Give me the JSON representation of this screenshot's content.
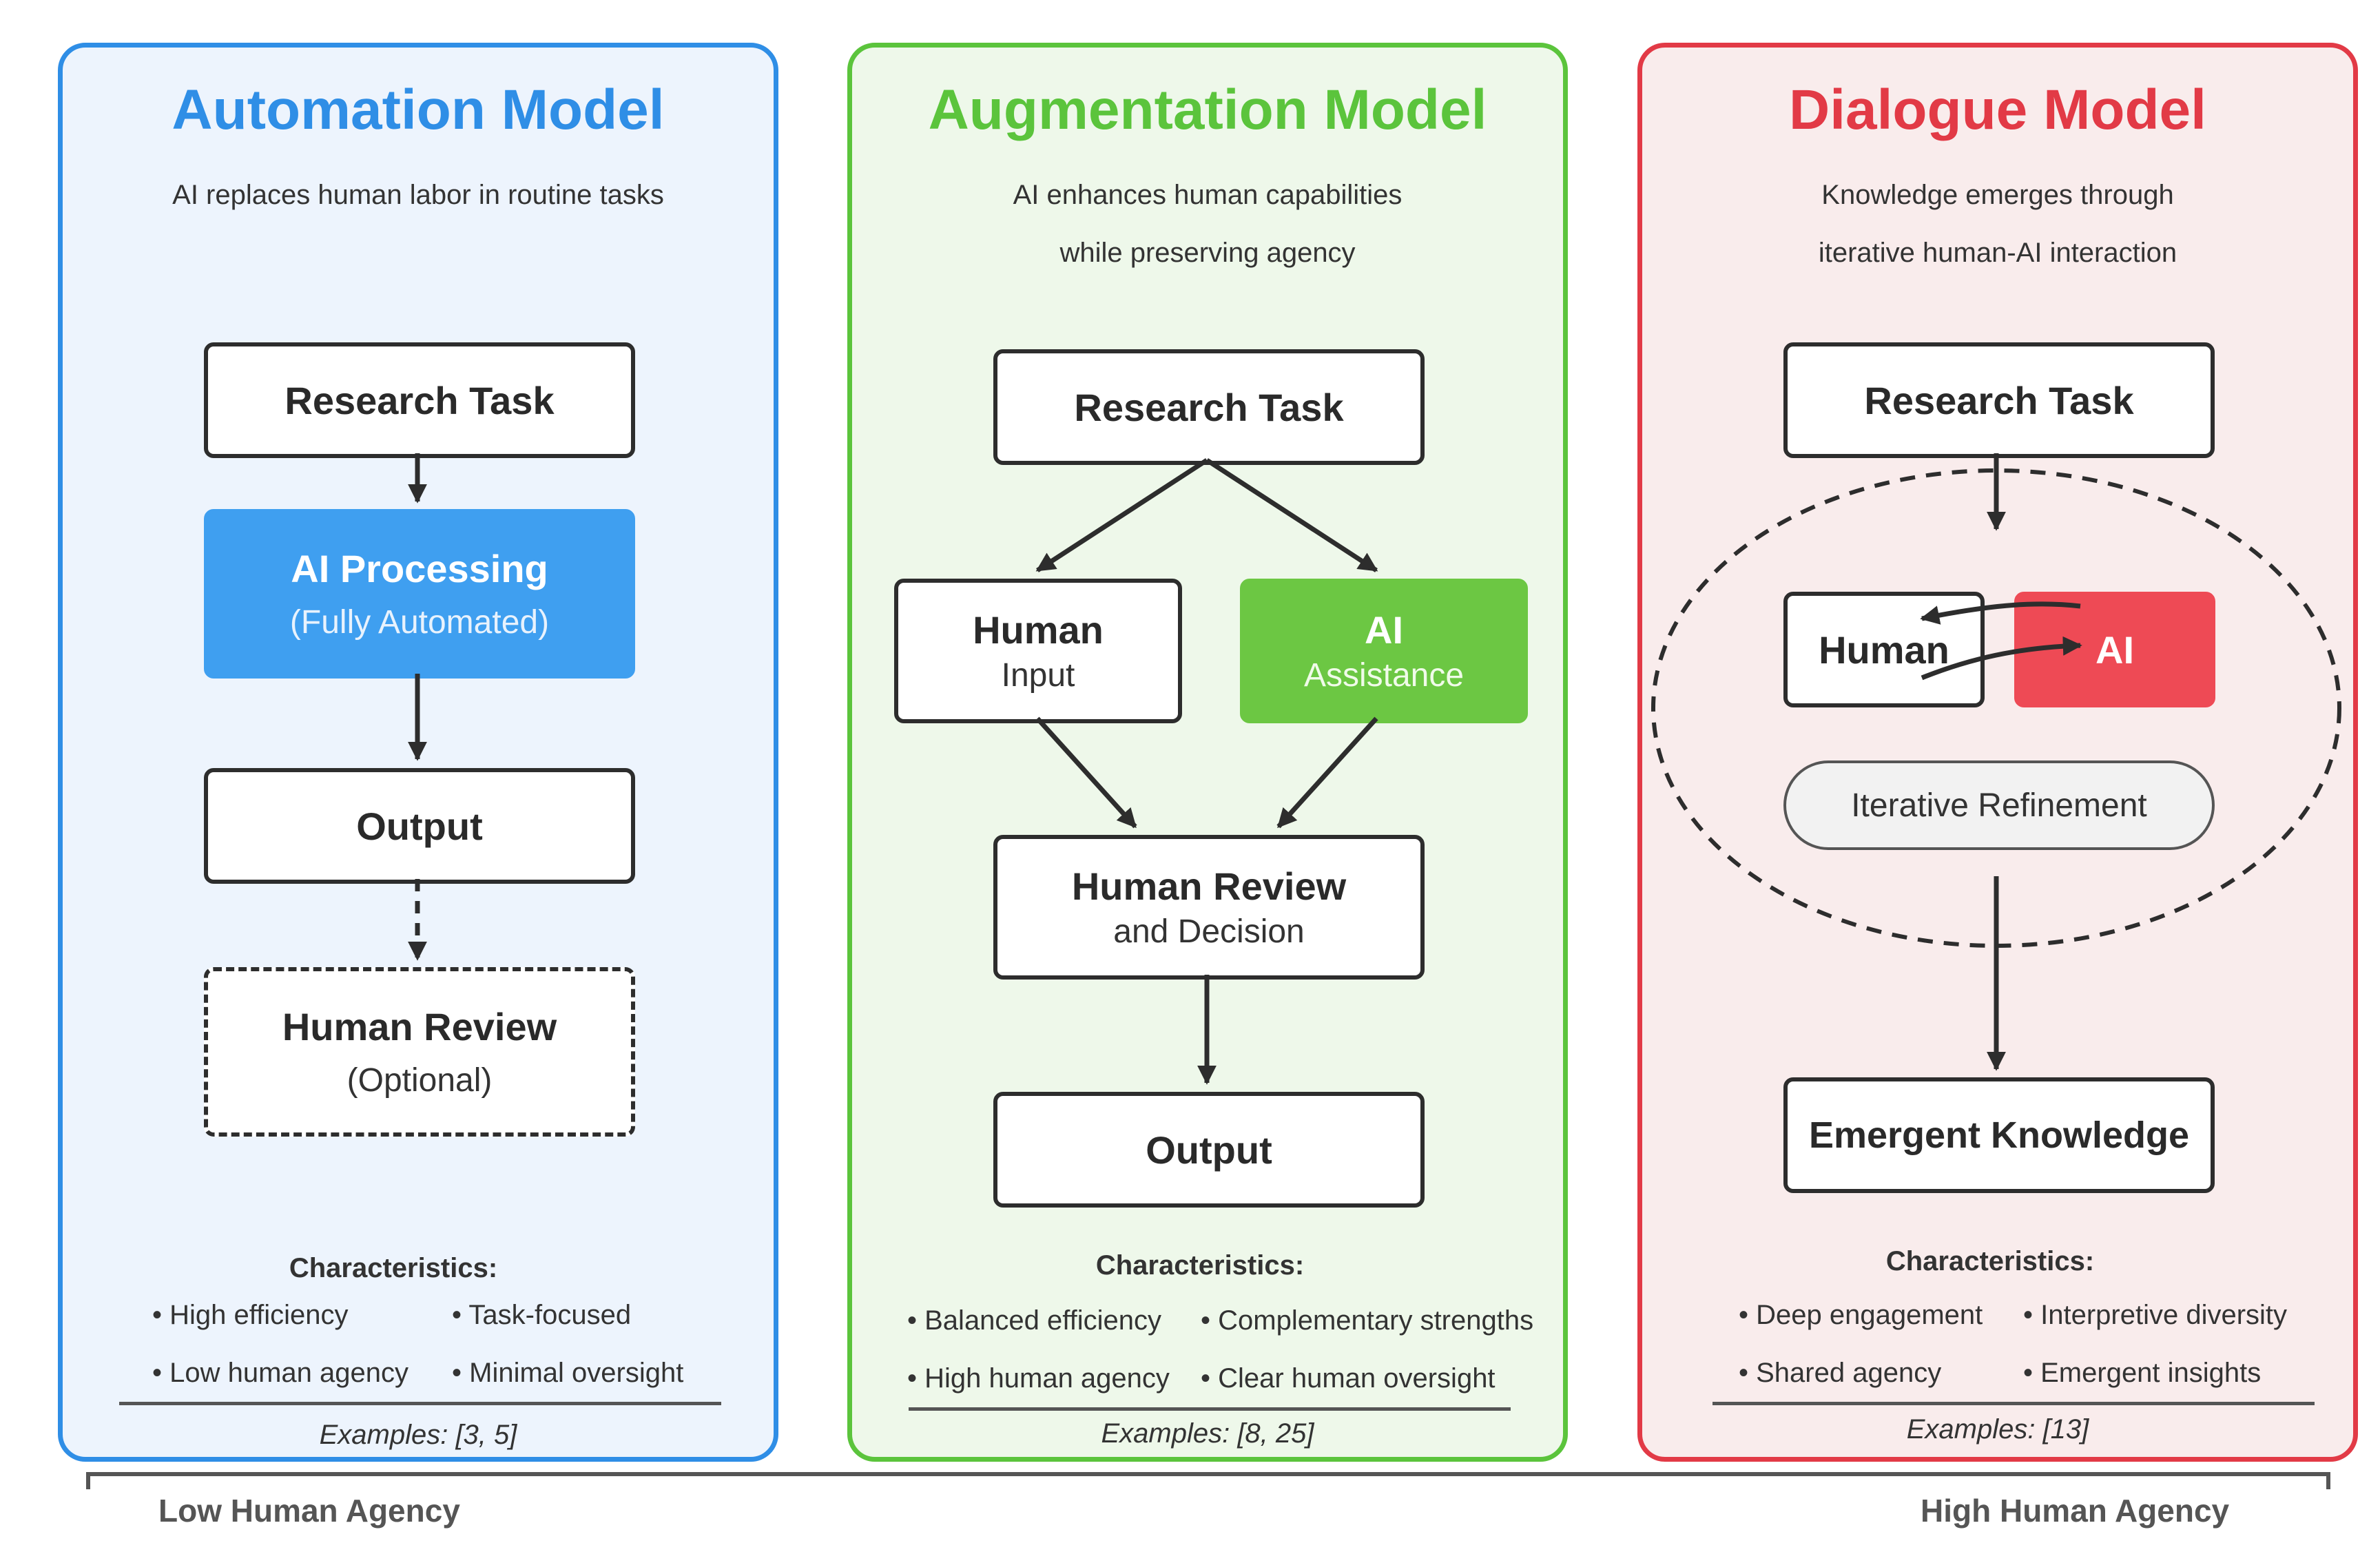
{
  "colors": {
    "automation": "#2f8ee6",
    "augmentation": "#5bc43c",
    "dialogue": "#e23a46",
    "ai_processing_fill": "#3f9ff0",
    "ai_assistance_fill": "#6cc743",
    "ai_dialogue_fill": "#ee4a55"
  },
  "automation": {
    "title": "Automation Model",
    "subtitle": "AI replaces human labor in routine tasks",
    "nodes": {
      "research_task": "Research Task",
      "ai_processing": "AI Processing",
      "ai_processing_sub": "(Fully Automated)",
      "output": "Output",
      "human_review": "Human Review",
      "human_review_sub": "(Optional)"
    },
    "characteristics_title": "Characteristics:",
    "characteristics": [
      "High efficiency",
      "Task-focused",
      "Low human agency",
      "Minimal oversight"
    ],
    "examples": "Examples: [3, 5]"
  },
  "augmentation": {
    "title": "Augmentation Model",
    "subtitle_line1": "AI enhances human capabilities",
    "subtitle_line2": "while preserving agency",
    "nodes": {
      "research_task": "Research Task",
      "human": "Human",
      "human_sub": "Input",
      "ai": "AI",
      "ai_sub": "Assistance",
      "review": "Human Review",
      "review_sub": "and Decision",
      "output": "Output"
    },
    "characteristics_title": "Characteristics:",
    "characteristics": [
      "Balanced efficiency",
      "Complementary strengths",
      "High human agency",
      "Clear human oversight"
    ],
    "examples": "Examples: [8, 25]"
  },
  "dialogue": {
    "title": "Dialogue Model",
    "subtitle_line1": "Knowledge emerges through",
    "subtitle_line2": "iterative human-AI interaction",
    "nodes": {
      "research_task": "Research Task",
      "human": "Human",
      "ai": "AI",
      "refinement": "Iterative Refinement",
      "emergent": "Emergent Knowledge"
    },
    "characteristics_title": "Characteristics:",
    "characteristics": [
      "Deep engagement",
      "Interpretive diversity",
      "Shared agency",
      "Emergent insights"
    ],
    "examples": "Examples: [13]"
  },
  "axis": {
    "low": "Low Human Agency",
    "high": "High Human Agency"
  }
}
